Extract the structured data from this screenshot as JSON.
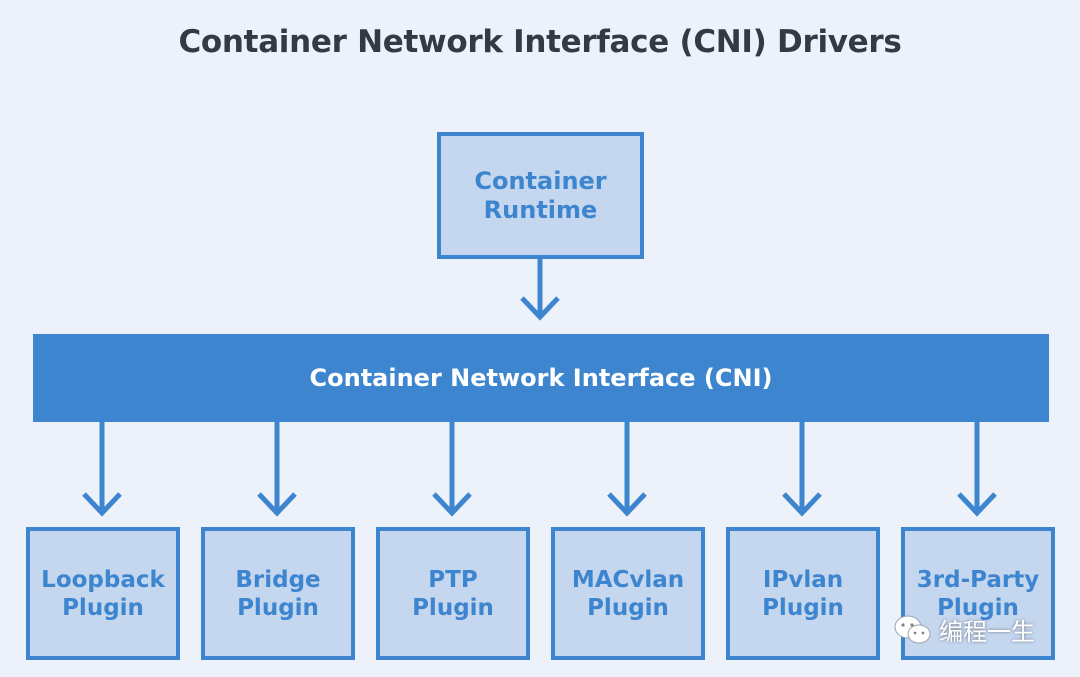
{
  "title": "Container Network Interface (CNI) Drivers",
  "runtime": {
    "line1": "Container",
    "line2": "Runtime"
  },
  "cni": {
    "label": "Container Network Interface (CNI)"
  },
  "plugins": [
    {
      "line1": "Loopback",
      "line2": "Plugin"
    },
    {
      "line1": "Bridge",
      "line2": "Plugin"
    },
    {
      "line1": "PTP",
      "line2": "Plugin"
    },
    {
      "line1": "MACvlan",
      "line2": "Plugin"
    },
    {
      "line1": "IPvlan",
      "line2": "Plugin"
    },
    {
      "line1": "3rd-Party",
      "line2": "Plugin"
    }
  ],
  "watermark": {
    "text": "编程一生",
    "icon": "wechat-icon"
  },
  "colors": {
    "accent": "#3d86cf",
    "box_fill": "#c5d6ef",
    "background": "#edf2fa",
    "title": "#333a45"
  }
}
